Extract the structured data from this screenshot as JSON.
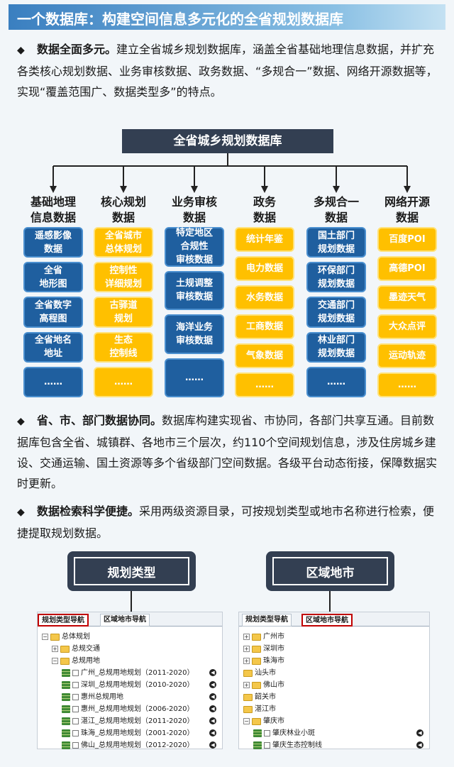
{
  "title": "一个数据库：构建空间信息多元化的全省规划数据库",
  "bullet_symbol": "◆",
  "para1": {
    "lead": "数据全面多元。",
    "text": "建立全省城乡规划数据库，涵盖全省基础地理信息数据，并扩充各类核心规划数据、业务审核数据、政务数据、“多规合一”数据、网络开源数据等，实现“覆盖范围广、数据类型多”的特点。"
  },
  "diagram": {
    "root": "全省城乡规划数据库",
    "columns": [
      {
        "title": [
          "基础地理",
          "信息数据"
        ],
        "color": "blue",
        "items": [
          "遥感影像\n数据",
          "全省\n地形图",
          "全省数字\n高程图",
          "全省地名\n地址",
          "……"
        ]
      },
      {
        "title": [
          "核心规划",
          "数据"
        ],
        "color": "yellow",
        "items": [
          "全省城市\n总体规划",
          "控制性\n详细规划",
          "古驿道\n规划",
          "生态\n控制线",
          "……"
        ]
      },
      {
        "title": [
          "业务审核",
          "数据"
        ],
        "color": "blue",
        "items": [
          "特定地区\n合规性\n审核数据",
          "土规调整\n审核数据",
          "海洋业务\n审核数据",
          "……"
        ]
      },
      {
        "title": [
          "政务",
          "数据"
        ],
        "color": "yellow",
        "items": [
          "统计年鉴",
          "电力数据",
          "水务数据",
          "工商数据",
          "气象数据",
          "……"
        ]
      },
      {
        "title": [
          "多规合一",
          "数据"
        ],
        "color": "blue",
        "items": [
          "国土部门\n规划数据",
          "环保部门\n规划数据",
          "交通部门\n规划数据",
          "林业部门\n规划数据",
          "……"
        ]
      },
      {
        "title": [
          "网络开源",
          "数据"
        ],
        "color": "yellow",
        "items": [
          "百度POI",
          "高德POI",
          "墨迹天气",
          "大众点评",
          "运动轨迹",
          "……"
        ]
      }
    ]
  },
  "para2": {
    "lead": "省、市、部门数据协同。",
    "text": "数据库构建实现省、市协同，各部门共享互通。目前数据库包含全省、城镇群、各地市三个层次，约110个空间规划信息，涉及住房城乡建设、交通运输、国土资源等多个省级部门空间数据。各级平台动态衔接，保障数据实时更新。"
  },
  "para3": {
    "lead": "数据检索科学便捷。",
    "text": "采用两级资源目录，可按规划类型或地市名称进行检索，便捷提取规划数据。"
  },
  "btn_left": "规划类型",
  "btn_right": "区域地市",
  "panel_left": {
    "tab1": "规划类型导航",
    "tab2": "区域地市导航",
    "rows": [
      "总体规划",
      "总规交通",
      "总规用地",
      "广州_总规用地规划（2011-2020）",
      "深圳_总规用地规划（2010-2020）",
      "惠州总规用地",
      "惠州_总规用地规划（2006-2020）",
      "湛江_总规用地规划（2011-2020）",
      "珠海_总规用地规划（2001-2020）",
      "佛山_总规用地规划（2012-2020）"
    ]
  },
  "panel_right": {
    "tab1": "规划类型导航",
    "tab2": "区域地市导航",
    "rows": [
      "广州市",
      "深圳市",
      "珠海市",
      "汕头市",
      "佛山市",
      "韶关市",
      "湛江市",
      "肇庆市",
      "肇庆林业小斑",
      "肇庆生态控制线"
    ]
  },
  "colors": {
    "blue_box": "#1f5f9f",
    "yellow_box": "#ffc000",
    "dark": "#333f52",
    "highlight": "#c00000"
  }
}
